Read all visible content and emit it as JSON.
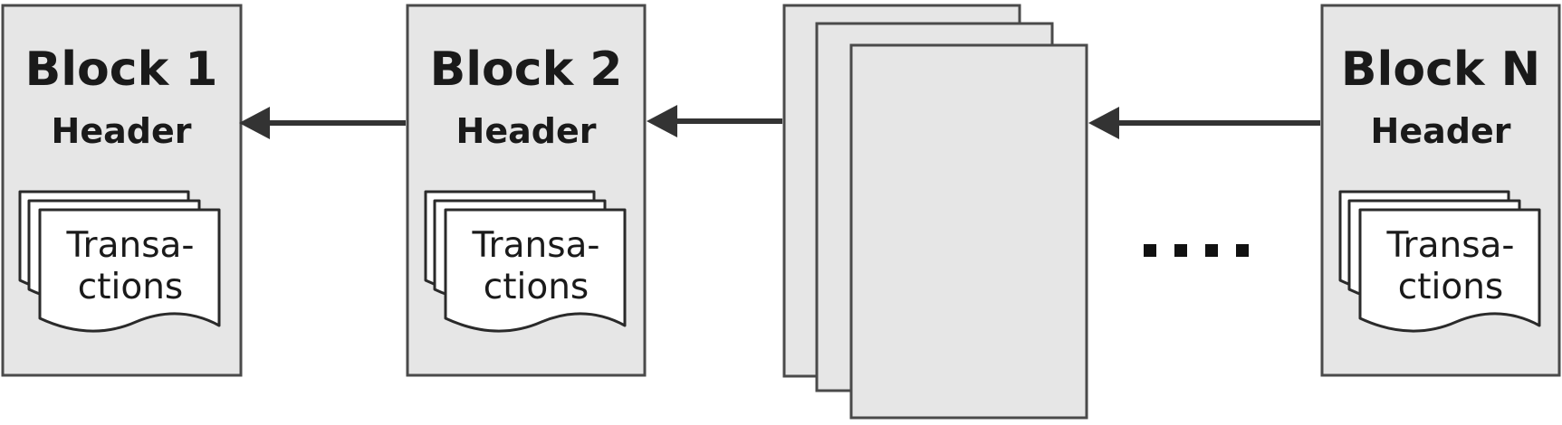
{
  "blocks": [
    {
      "title": "Block 1",
      "subtitle": "Header",
      "doc_line1": "Transa-",
      "doc_line2": "ctions"
    },
    {
      "title": "Block 2",
      "subtitle": "Header",
      "doc_line1": "Transa-",
      "doc_line2": "ctions"
    },
    {
      "title": "Block N",
      "subtitle": "Header",
      "doc_line1": "Transa-",
      "doc_line2": "ctions"
    }
  ],
  "colors": {
    "block_fill": "#e6e6e6",
    "border": "#4a4a4a",
    "arrow": "#333333",
    "document_fill": "#ffffff"
  }
}
